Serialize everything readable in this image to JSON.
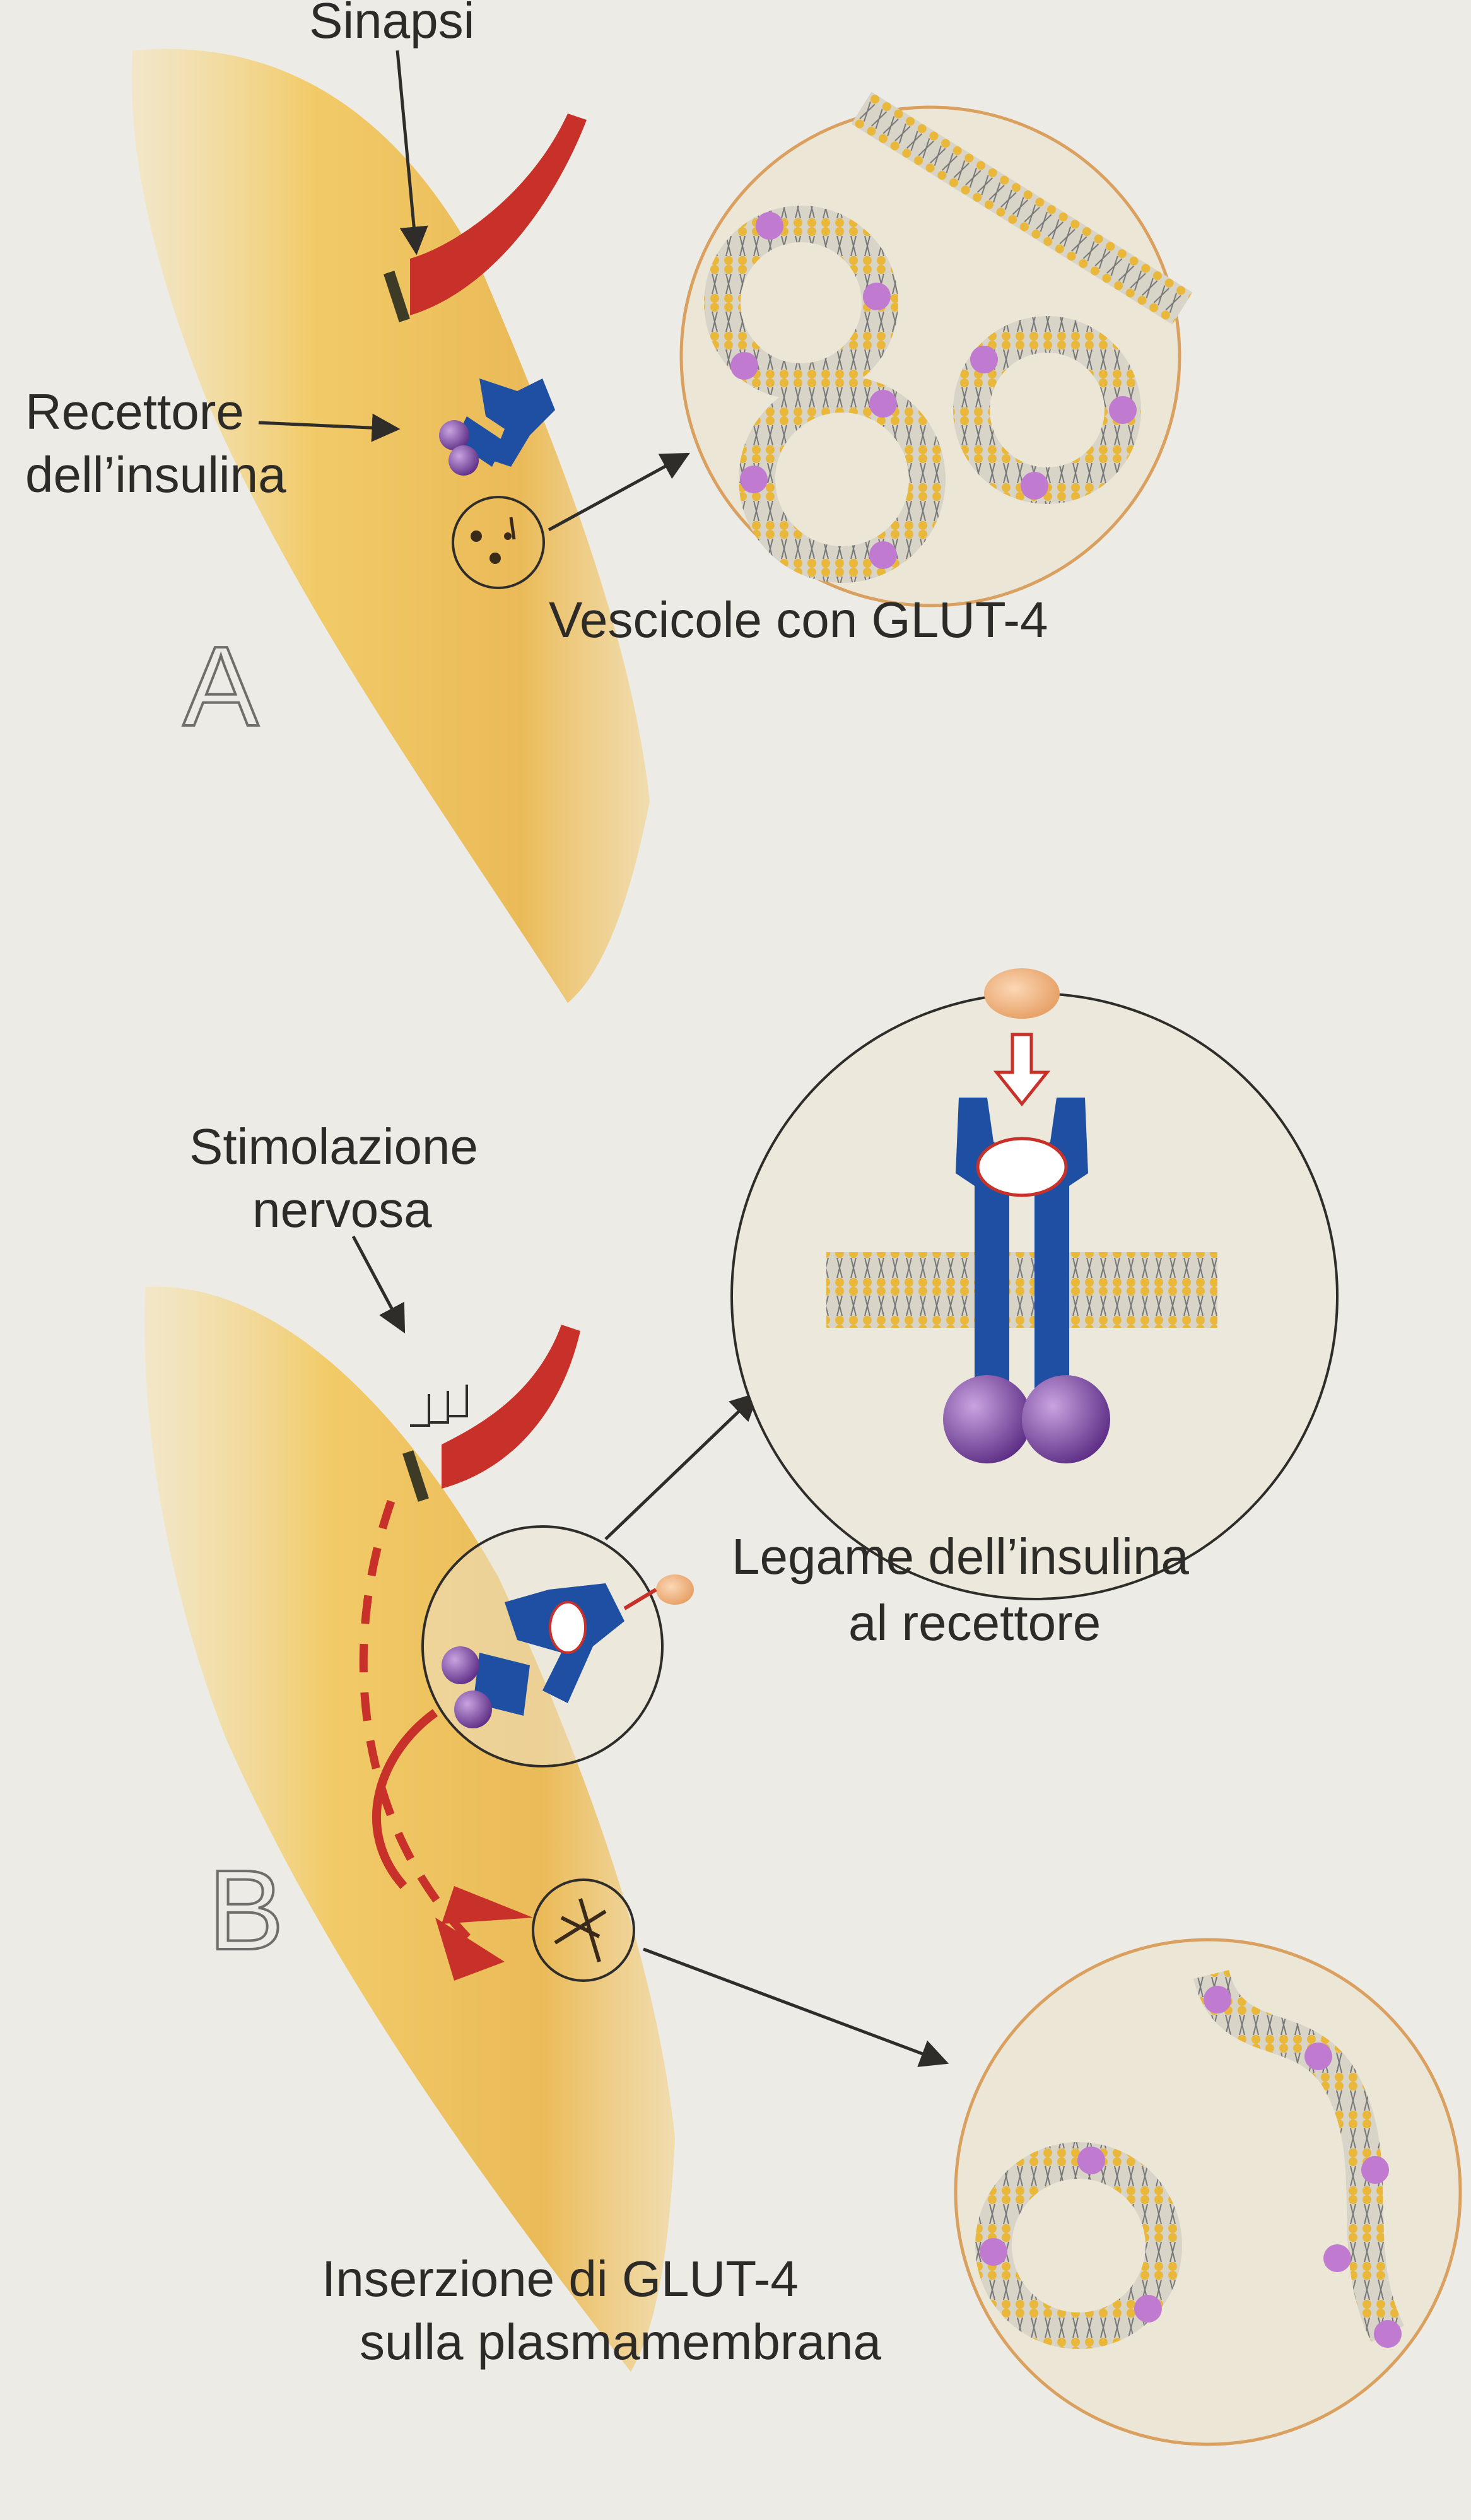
{
  "labels": {
    "sinapsi": "Sinapsi",
    "recettore_line1": "Recettore",
    "recettore_line2": "dell’insulina",
    "vescicole": "Vescicole con GLUT-4",
    "panel_a": "A",
    "stimolazione_line1": "Stimolazione",
    "stimolazione_line2": "nervosa",
    "legame_line1": "Legame dell’insulina",
    "legame_line2": "al recettore",
    "panel_b": "B",
    "inserzione_line1": "Inserzione di GLUT-4",
    "inserzione_line2": "sulla plasmamembrana"
  },
  "colors": {
    "background": "#ecebe6",
    "muscle_fiber": "#f0c24c",
    "nerve_terminal": "#c8312a",
    "receptor": "#1f4fa3",
    "receptor_base": "#7b4aa0",
    "glut4": "#c07ad0",
    "membrane_head": "#e9b73a",
    "insulin": "#f2b27c"
  },
  "icons": {
    "vesicle": "vesicle-icon",
    "receptor": "insulin-receptor-icon",
    "nerve": "nerve-terminal-icon"
  }
}
